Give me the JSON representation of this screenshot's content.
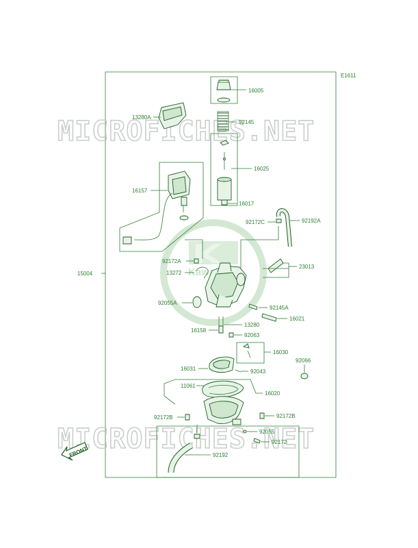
{
  "diagram_code": "E1611",
  "watermark": "MICROFICHES.NET",
  "logo_text": "Kawasaki",
  "front_label": "FRONT",
  "parts": {
    "p16005": "16005",
    "p13280A": "13280A",
    "p92145": "92145",
    "p16025": "16025",
    "p16157": "16157",
    "p16017": "16017",
    "p92172C": "92172C",
    "p92192A": "92192A",
    "p92172A": "92172A",
    "p13272": "13272",
    "p23013": "23013",
    "p15004": "15004",
    "p92055A": "92055A",
    "p92145A": "92145A",
    "p16021": "16021",
    "p13280": "13280",
    "p16158": "16158",
    "p92063": "92063",
    "p16030": "16030",
    "p92066": "92066",
    "p16031": "16031",
    "p92043": "92043",
    "p11061": "11061",
    "p16020": "16020",
    "p92172B_left": "92172B",
    "p92172B_right": "92172B",
    "p92055": "92055",
    "p92172": "92172",
    "p92192": "92192"
  },
  "colors": {
    "line": "#2e7d32",
    "part_outline": "#1b5e20",
    "watermark": "#c9cfcb"
  }
}
